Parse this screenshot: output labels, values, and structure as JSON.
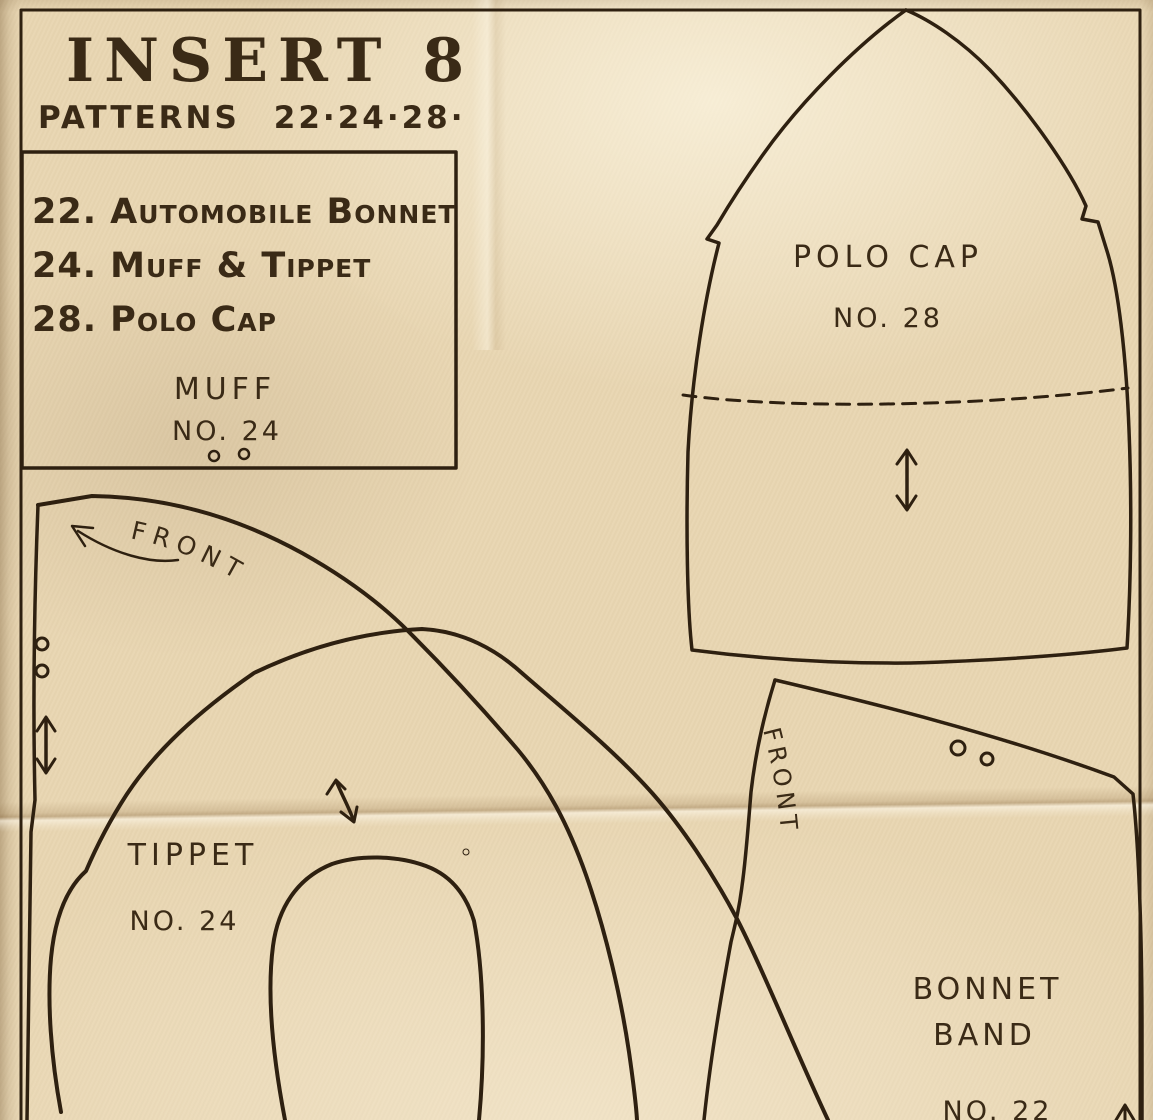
{
  "header": {
    "title": "INSERT 8",
    "subtitle_word": "PATTERNS",
    "subtitle_numbers": "22·24·28·"
  },
  "index_box": {
    "items": [
      {
        "label": "22. Automobile Bonnet"
      },
      {
        "label": "24. Muff & Tippet"
      },
      {
        "label": "28. Polo Cap"
      }
    ]
  },
  "labels": {
    "muff_name": "MUFF",
    "muff_no": "NO. 24",
    "polo_name": "POLO CAP",
    "polo_no": "NO. 28",
    "tippet_name": "TIPPET",
    "tippet_no": "NO. 24",
    "band_name_1": "BONNET",
    "band_name_2": "BAND",
    "band_no": "NO. 22",
    "front_left": "FRONT",
    "front_band": "FRONT"
  },
  "colors": {
    "paper": "#e9d6b2",
    "ink": "#3a2a16",
    "line": "#2e2010"
  }
}
